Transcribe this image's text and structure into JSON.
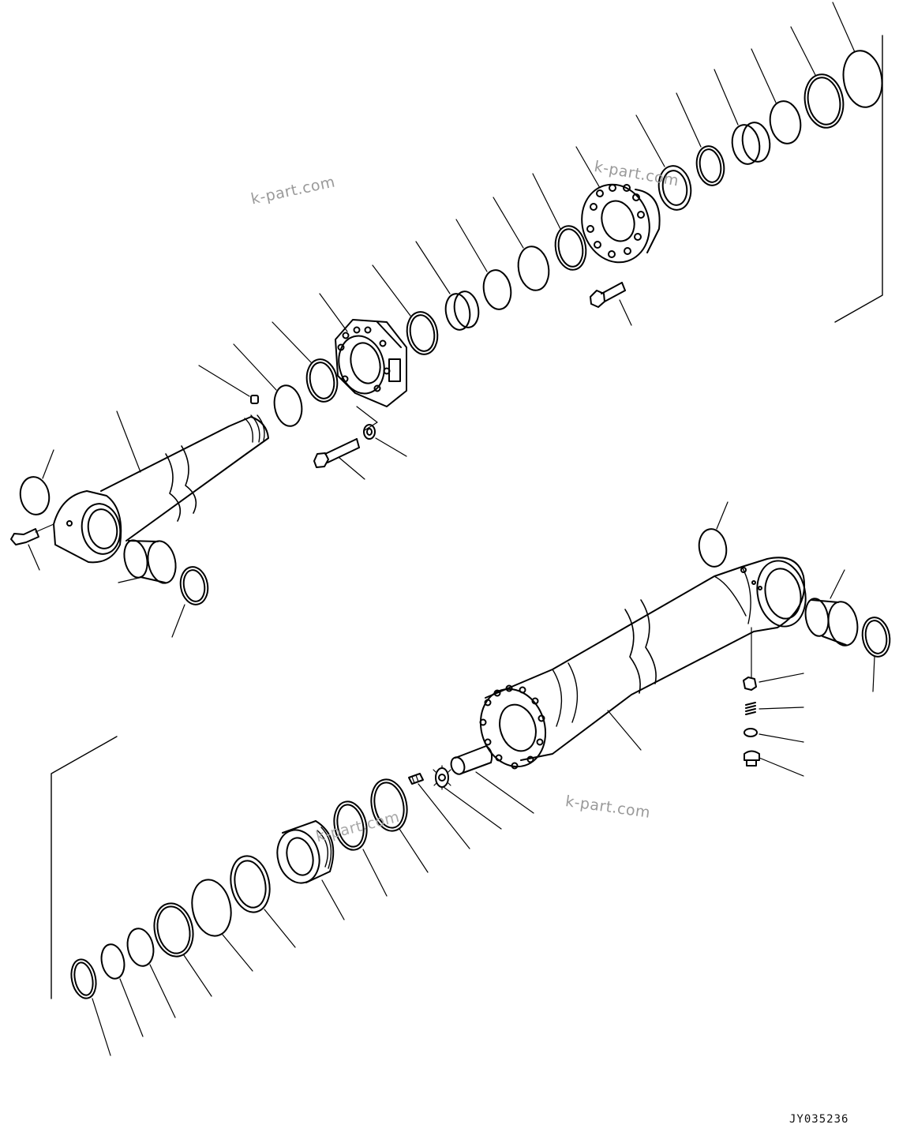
{
  "drawing": {
    "code": "JY035236",
    "watermarks": [
      "k-part.com",
      "k-part.com",
      "k-part.com",
      "k-part.com"
    ],
    "line_color": "#000000",
    "watermark_color": "#9a9a9a",
    "background": "#ffffff"
  }
}
